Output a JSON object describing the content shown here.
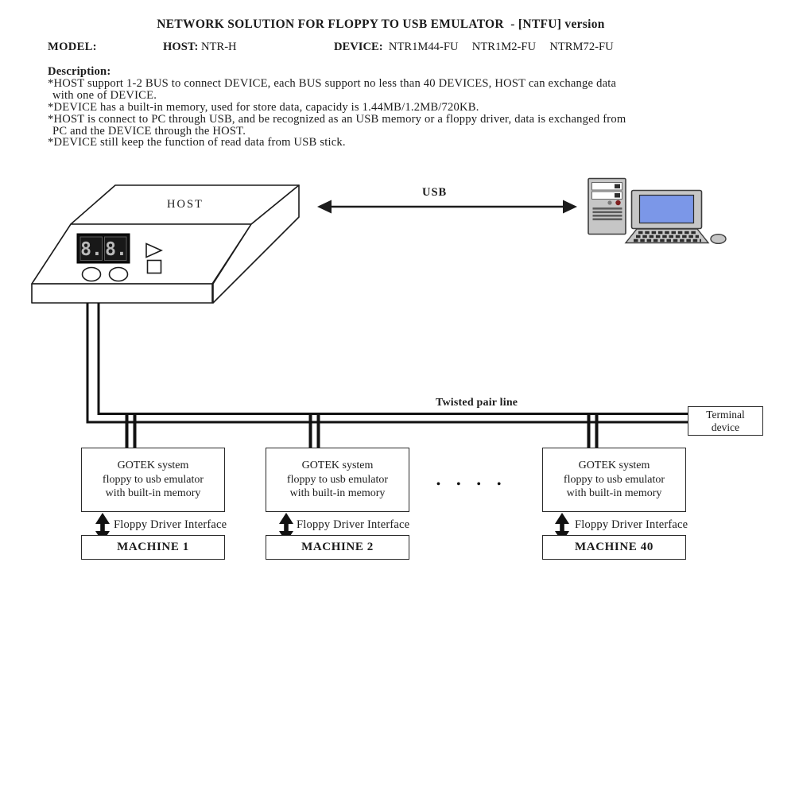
{
  "title": "NETWORK SOLUTION FOR FLOPPY TO USB EMULATOR  - [NTFU] version",
  "model": {
    "label": "MODEL:",
    "host_label": "HOST:",
    "host_value": "NTR-H",
    "device_label": "DEVICE:",
    "device_value": "NTR1M44-FU  NTR1M2-FU  NTRM72-FU"
  },
  "description": {
    "heading": "Description:",
    "lines": [
      "*HOST support 1-2 BUS to connect DEVICE, each BUS support no less than 40 DEVICES, HOST can exchange data",
      "with one of DEVICE.",
      "*DEVICE has a built-in memory, used for store data, capacidy is 1.44MB/1.2MB/720KB.",
      "*HOST is connect to PC through USB, and be recognized as an USB memory or a floppy driver, data is exchanged from",
      "PC and the DEVICE through the HOST.",
      "*DEVICE still keep the function of read data from USB stick."
    ]
  },
  "diagram": {
    "host_label": "HOST",
    "host_display_digits": [
      "8.",
      "8."
    ],
    "usb_label": "USB",
    "bus_label": "Twisted pair line",
    "terminal": {
      "line1": "Terminal",
      "line2": "device"
    },
    "gotek_lines": [
      "GOTEK system",
      "floppy to usb emulator",
      "with built-in memory"
    ],
    "interface_label": "Floppy Driver Interface",
    "machines": [
      "MACHINE 1",
      "MACHINE 2",
      "MACHINE 40"
    ],
    "ellipsis": "• •  • •"
  },
  "colors": {
    "screen_blue": "#7b97e8",
    "red_button": "#7e1f1f",
    "line_black": "#1c1c1c"
  }
}
